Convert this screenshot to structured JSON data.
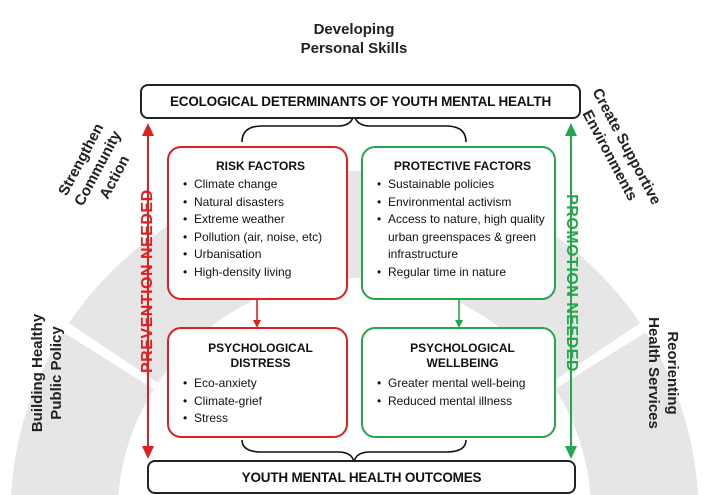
{
  "outer_ring": {
    "top": "Developing\nPersonal Skills",
    "upper_left": "Strengthen\nCommunity Action",
    "upper_right": "Create Supportive\nEnvironments",
    "lower_left": "Building Healthy\nPublic Policy",
    "lower_right": "Reorienting\nHealth Services"
  },
  "top_banner": "ECOLOGICAL DETERMINANTS OF YOUTH MENTAL HEALTH",
  "bottom_banner": "YOUTH MENTAL HEALTH OUTCOMES",
  "left_arrow_label": "PREVENTION NEEDED",
  "right_arrow_label": "PROMOTION NEEDED",
  "risk": {
    "title": "RISK FACTORS",
    "items": [
      "Climate change",
      "Natural disasters",
      "Extreme weather",
      "Pollution (air, noise, etc)",
      "Urbanisation",
      "High-density living"
    ]
  },
  "protective": {
    "title": "PROTECTIVE FACTORS",
    "items": [
      "Sustainable policies",
      "Environmental activism",
      "Access to nature, high quality urban greenspaces & green infrastructure",
      "Regular time in nature"
    ]
  },
  "distress": {
    "title_line1": "PSYCHOLOGICAL",
    "title_line2": "DISTRESS",
    "items": [
      "Eco-anxiety",
      "Climate-grief",
      "Stress"
    ]
  },
  "wellbeing": {
    "title_line1": "PSYCHOLOGICAL",
    "title_line2": "WELLBEING",
    "items": [
      "Greater mental well-being",
      "Reduced mental illness"
    ]
  },
  "colors": {
    "ring": "#e6e6e6",
    "risk": "#e02020",
    "protective": "#22a84a"
  }
}
